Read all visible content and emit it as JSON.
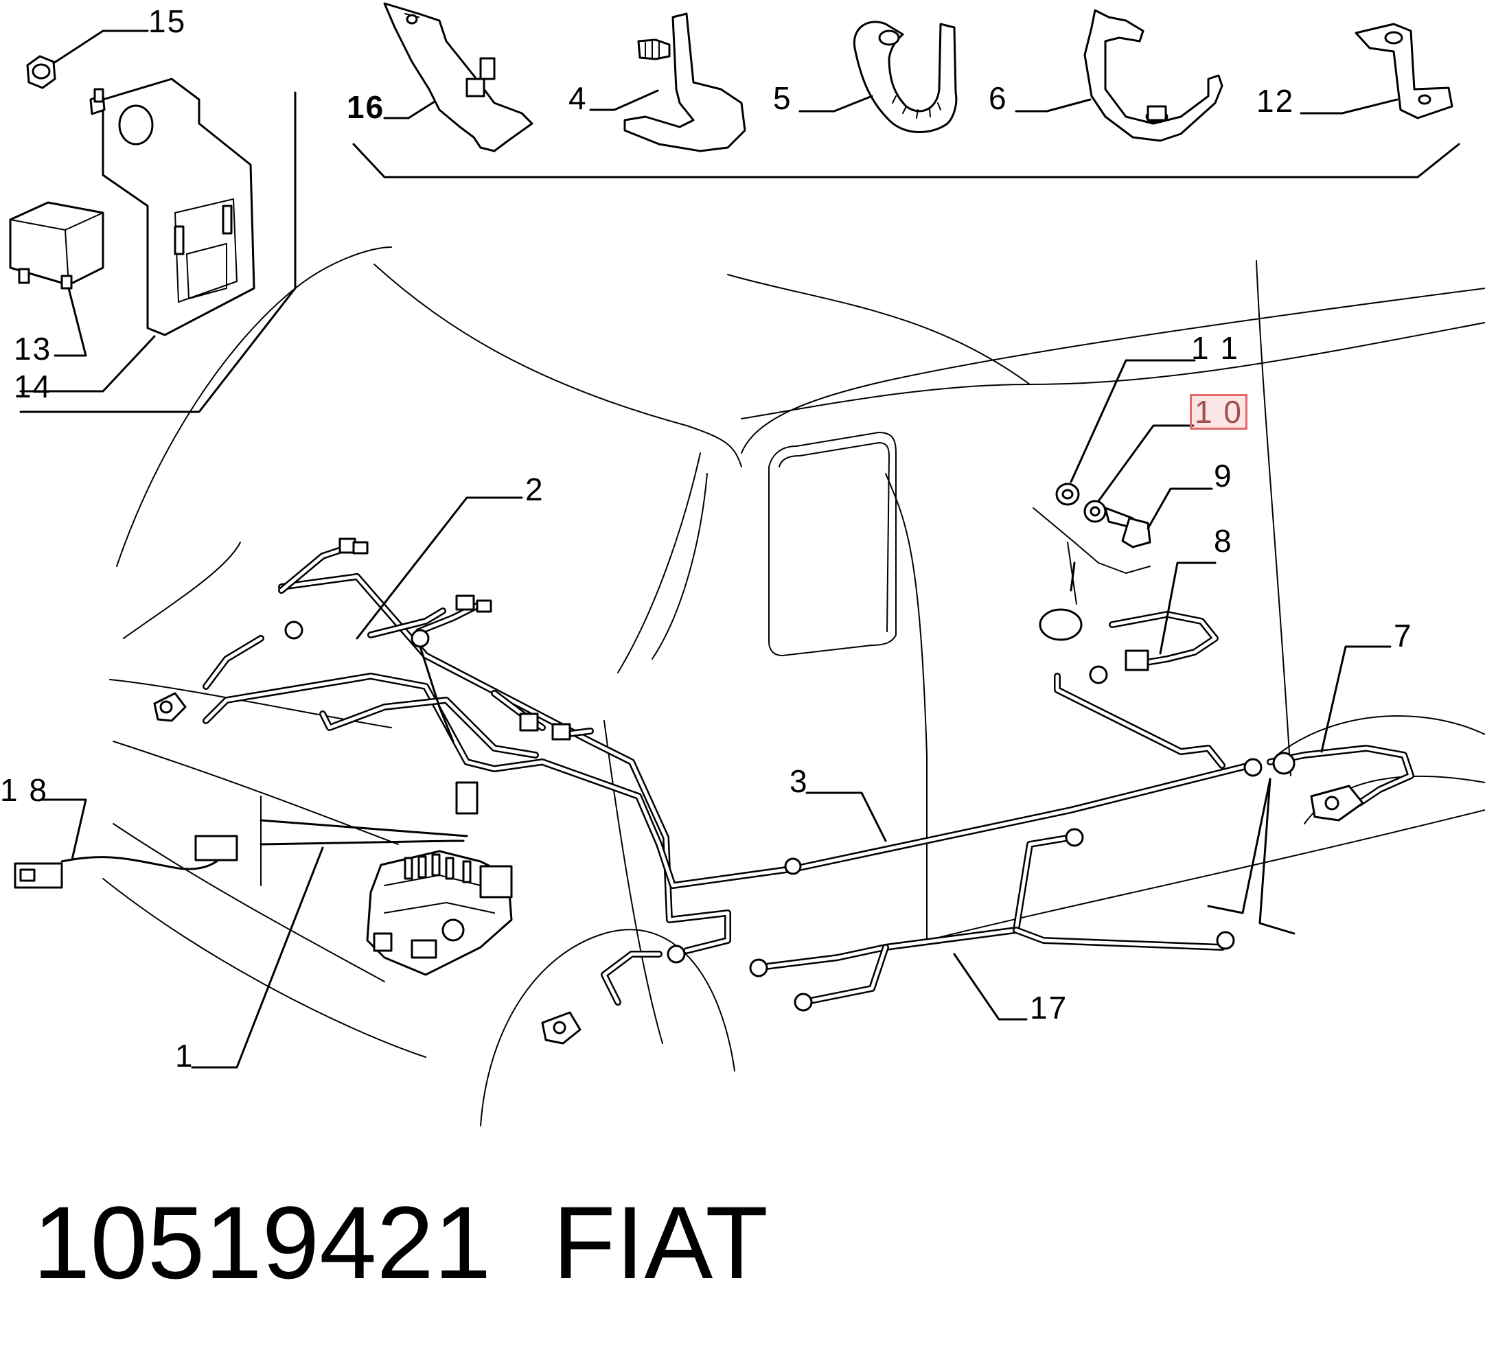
{
  "labels": {
    "l1": "1",
    "l2": "2",
    "l3": "3",
    "l4": "4",
    "l5": "5",
    "l6": "6",
    "l7": "7",
    "l8": "8",
    "l9": "9",
    "l10": "1 0",
    "l11": "1 1",
    "l12": "12",
    "l13": "13",
    "l14": "14",
    "l15": "15",
    "l16": "16",
    "l17": "17",
    "l18": "1 8"
  },
  "highlighted_label": "1 0",
  "footer": {
    "part_number": "10519421",
    "brand": "FIAT"
  },
  "colors": {
    "line": "#000000",
    "highlight_outline": "#e06a6a",
    "background": "#ffffff"
  }
}
